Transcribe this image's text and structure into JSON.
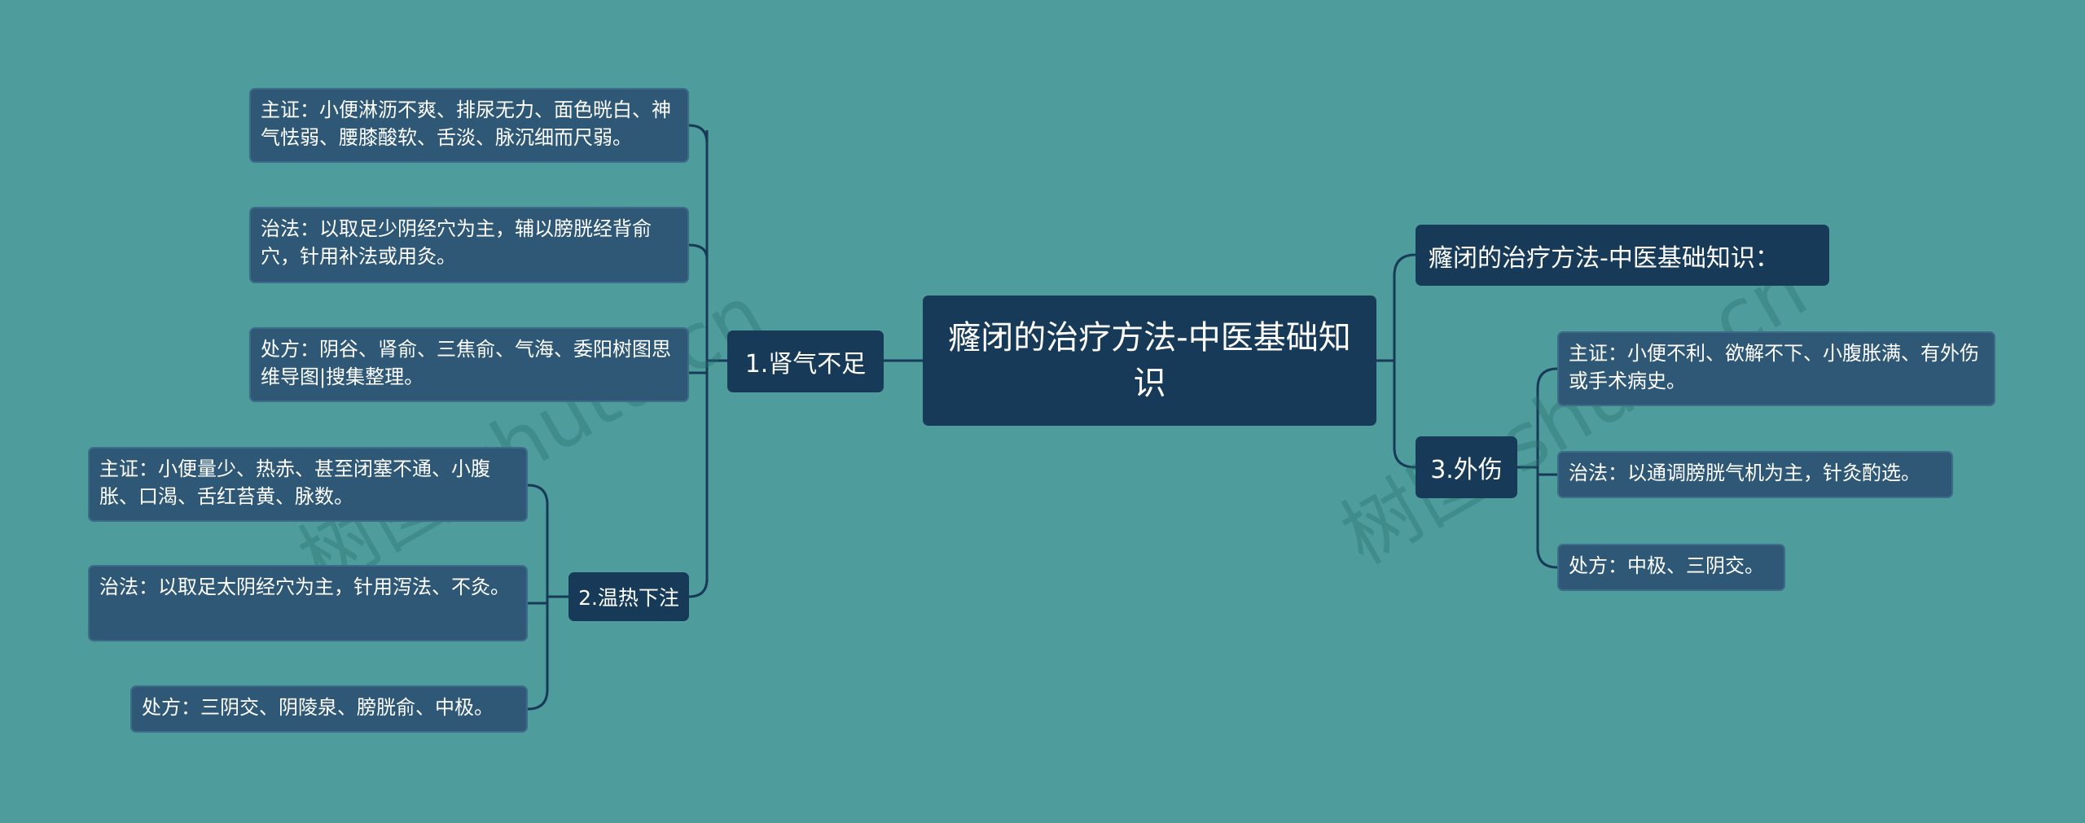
{
  "root": {
    "title": "癃闭的治疗方法-中医基础知识"
  },
  "left": {
    "branch1": {
      "label": "1.肾气不足",
      "items": [
        "主证：小便淋沥不爽、排尿无力、面色晄白、神气怯弱、腰膝酸软、舌淡、脉沉细而尺弱。",
        "治法：以取足少阴经穴为主，辅以膀胱经背俞穴，针用补法或用灸。",
        "处方：阴谷、肾俞、三焦俞、气海、委阳树图思维导图|搜集整理。"
      ]
    },
    "branch2": {
      "label": "2.温热下注",
      "items": [
        "主证：小便量少、热赤、甚至闭塞不通、小腹胀、口渴、舌红苔黄、脉数。",
        "治法：以取足太阴经穴为主，针用泻法、不灸。",
        "处方：三阴交、阴陵泉、膀胱俞、中极。"
      ]
    }
  },
  "right": {
    "heading": "癃闭的治疗方法-中医基础知识：",
    "branch3": {
      "label": "3.外伤",
      "items": [
        "主证：小便不利、欲解不下、小腹胀满、有外伤或手术病史。",
        "治法：以通调膀胱气机为主，针灸酌选。",
        "处方：中极、三阴交。"
      ]
    }
  },
  "watermark": "树图 shutu.cn",
  "colors": {
    "background": "#4e9d9c",
    "node_dark": "#173a58",
    "node_leaf": "#2e5876",
    "connector": "#173a58"
  }
}
